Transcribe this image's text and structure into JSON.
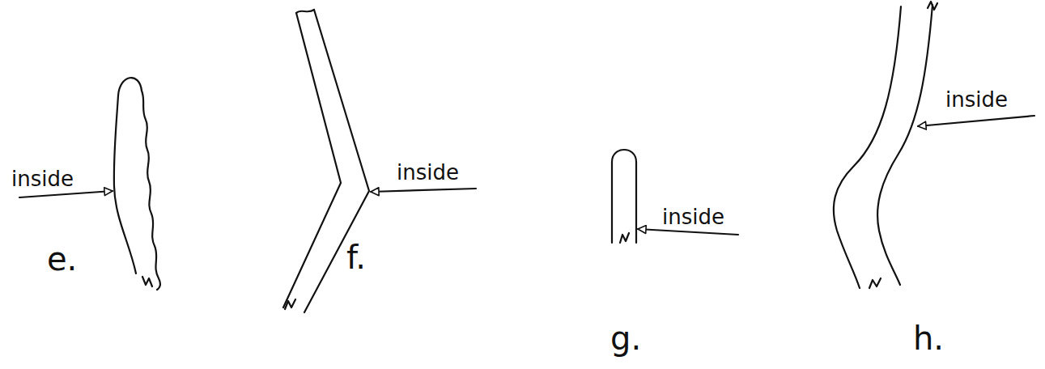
{
  "diagram": {
    "labels": [
      "inside",
      "e.",
      "inside",
      "f.",
      "inside",
      "g.",
      "inside",
      "h."
    ]
  }
}
